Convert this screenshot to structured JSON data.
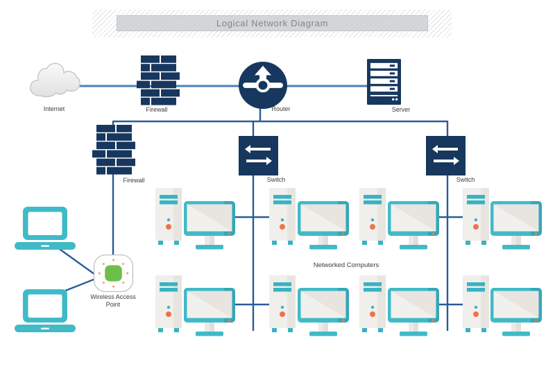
{
  "title": "Logical Network Diagram",
  "nodes": {
    "internet": {
      "label": "Internet",
      "icon": "cloud-icon"
    },
    "firewall_top": {
      "label": "Firewall",
      "icon": "brick-wall-icon"
    },
    "router": {
      "label": "Router",
      "icon": "router-circle-arrow-icon"
    },
    "server": {
      "label": "Server",
      "icon": "server-rack-icon"
    },
    "firewall_inner": {
      "label": "Firewall",
      "icon": "brick-wall-icon"
    },
    "switch_left": {
      "label": "Switch",
      "icon": "switch-arrows-icon"
    },
    "switch_right": {
      "label": "Switch",
      "icon": "switch-arrows-icon"
    },
    "wireless_access_point": {
      "label": "Wireless Access Point",
      "icon": "access-point-icon"
    },
    "laptops": {
      "icon": "laptop-icon",
      "count": 2
    },
    "computers": {
      "label": "Networked Computers",
      "icon": "desktop-computer-icon",
      "count": 8
    }
  },
  "colors": {
    "navy": "#17375e",
    "line_dark": "#2a5a9b",
    "line_light": "#4a80ba",
    "teal": "#40bac7",
    "teal_dark": "#34a7b7",
    "green": "#6cc04a",
    "orange": "#f0714e",
    "tower_body": "#f1efeb",
    "title_text": "#80858a",
    "title_bar": "#cbced0",
    "label_text": "#3d3d3d"
  }
}
